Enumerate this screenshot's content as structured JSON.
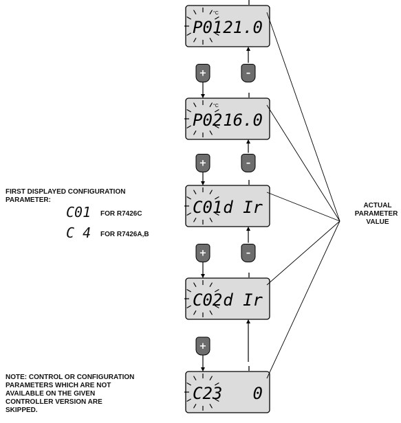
{
  "screens": [
    {
      "param": "P01",
      "value": "21.0",
      "unit": "°C",
      "plus": true,
      "minus": true
    },
    {
      "param": "P02",
      "value": "16.0",
      "unit": "°C",
      "plus": true,
      "minus": true
    },
    {
      "param": "C01",
      "value": "d Ir",
      "unit": "",
      "plus": true,
      "minus": true
    },
    {
      "param": "C02",
      "value": "d Ir",
      "unit": "",
      "plus": true,
      "minus": false
    },
    {
      "param": "C23",
      "value": "0",
      "unit": "",
      "plus": false,
      "minus": false
    }
  ],
  "buttons": {
    "plus": "+",
    "minus": "–"
  },
  "first_param": {
    "line1": "FIRST DISPLAYED CONFIGURATION",
    "line2": "PARAMETER:",
    "options": [
      {
        "code": "C01",
        "model": "FOR R7426C"
      },
      {
        "code": "C 4",
        "model": "FOR R7426A,B"
      }
    ]
  },
  "actual_value": {
    "line1": "ACTUAL",
    "line2": "PARAMETER",
    "line3": "VALUE"
  },
  "note": {
    "line1": "NOTE: CONTROL OR CONFIGURATION",
    "line2": "PARAMETERS WHICH ARE NOT",
    "line3": "AVAILABLE ON THE GIVEN",
    "line4": "CONTROLLER VERSION ARE",
    "line5": "SKIPPED."
  }
}
